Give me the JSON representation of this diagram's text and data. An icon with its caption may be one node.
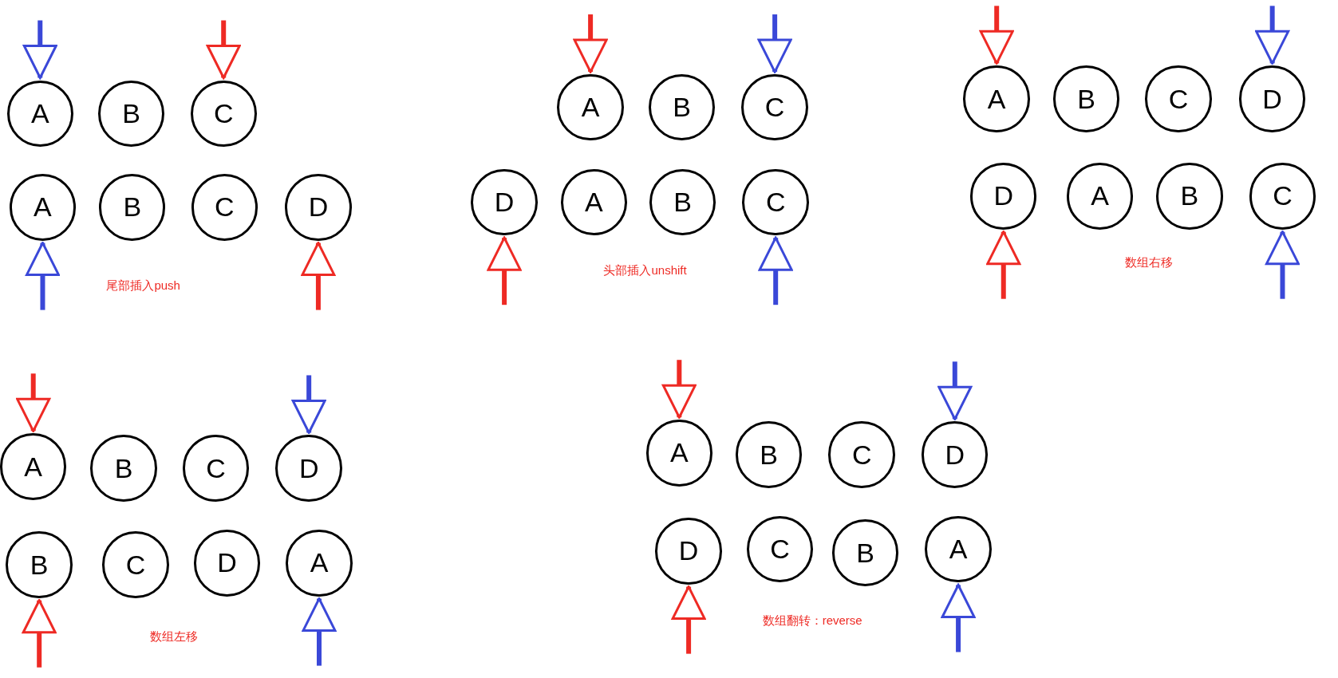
{
  "diagram": {
    "nodes": [
      {
        "text": [
          "A"
        ]
      },
      {
        "text": [
          "B"
        ]
      },
      {
        "text": [
          "C"
        ]
      },
      {
        "text": [
          "A"
        ]
      },
      {
        "text": [
          "B"
        ]
      },
      {
        "text": [
          "C"
        ]
      },
      {
        "text": [
          "D"
        ]
      },
      {
        "text": [
          "A"
        ]
      },
      {
        "text": [
          "B"
        ]
      },
      {
        "text": [
          "C"
        ]
      },
      {
        "text": [
          "D"
        ]
      },
      {
        "text": [
          "A"
        ]
      },
      {
        "text": [
          "B"
        ]
      },
      {
        "text": [
          "C"
        ]
      },
      {
        "text": [
          "A"
        ]
      },
      {
        "text": [
          "B"
        ]
      },
      {
        "text": [
          "C"
        ]
      },
      {
        "text": [
          "D"
        ]
      },
      {
        "text": [
          "D"
        ]
      },
      {
        "text": [
          "A"
        ]
      },
      {
        "text": [
          "B"
        ]
      },
      {
        "text": [
          "C"
        ]
      },
      {
        "text": [
          "A"
        ]
      },
      {
        "text": [
          "B"
        ]
      },
      {
        "text": [
          "C"
        ]
      },
      {
        "text": [
          "D"
        ]
      },
      {
        "text": [
          "B"
        ]
      },
      {
        "text": [
          "C"
        ]
      },
      {
        "text": [
          "D"
        ]
      },
      {
        "text": [
          "A"
        ]
      },
      {
        "text": [
          "A"
        ]
      },
      {
        "text": [
          "B"
        ]
      },
      {
        "text": [
          "C"
        ]
      },
      {
        "text": [
          "D"
        ]
      },
      {
        "text": [
          "D"
        ]
      },
      {
        "text": [
          "C"
        ]
      },
      {
        "text": [
          "B"
        ]
      },
      {
        "text": [
          "A"
        ]
      }
    ],
    "edges": [
      {
        "from": null,
        "to": 0,
        "arrow": "to",
        "color": "#3a48d8"
      },
      {
        "from": null,
        "to": 2,
        "arrow": "to",
        "color": "#ee2a24"
      },
      {
        "from": null,
        "to": 3,
        "arrow": "to",
        "color": "#3a48d8"
      },
      {
        "from": null,
        "to": 6,
        "arrow": "to",
        "color": "#ee2a24"
      },
      {
        "from": null,
        "to": 7,
        "arrow": "to",
        "color": "#ee2a24"
      },
      {
        "from": null,
        "to": 9,
        "arrow": "to",
        "color": "#3a48d8"
      },
      {
        "from": null,
        "to": 10,
        "arrow": "to",
        "color": "#ee2a24"
      },
      {
        "from": null,
        "to": 13,
        "arrow": "to",
        "color": "#3a48d8"
      },
      {
        "from": null,
        "to": 14,
        "arrow": "to",
        "color": "#ee2a24"
      },
      {
        "from": null,
        "to": 17,
        "arrow": "to",
        "color": "#3a48d8"
      },
      {
        "from": null,
        "to": 18,
        "arrow": "to",
        "color": "#ee2a24"
      },
      {
        "from": null,
        "to": 21,
        "arrow": "to",
        "color": "#3a48d8"
      },
      {
        "from": null,
        "to": 22,
        "arrow": "to",
        "color": "#ee2a24"
      },
      {
        "from": null,
        "to": 25,
        "arrow": "to",
        "color": "#3a48d8"
      },
      {
        "from": null,
        "to": 26,
        "arrow": "to",
        "color": "#ee2a24"
      },
      {
        "from": null,
        "to": 29,
        "arrow": "to",
        "color": "#3a48d8"
      },
      {
        "from": null,
        "to": 30,
        "arrow": "to",
        "color": "#ee2a24"
      },
      {
        "from": null,
        "to": 33,
        "arrow": "to",
        "color": "#3a48d8"
      },
      {
        "from": null,
        "to": 34,
        "arrow": "to",
        "color": "#ee2a24"
      },
      {
        "from": null,
        "to": 37,
        "arrow": "to",
        "color": "#3a48d8"
      }
    ],
    "labels": [
      "尾部插入push",
      "头部插入unshift",
      "数组右移",
      "数组左移",
      "数组翻转：reverse"
    ]
  }
}
